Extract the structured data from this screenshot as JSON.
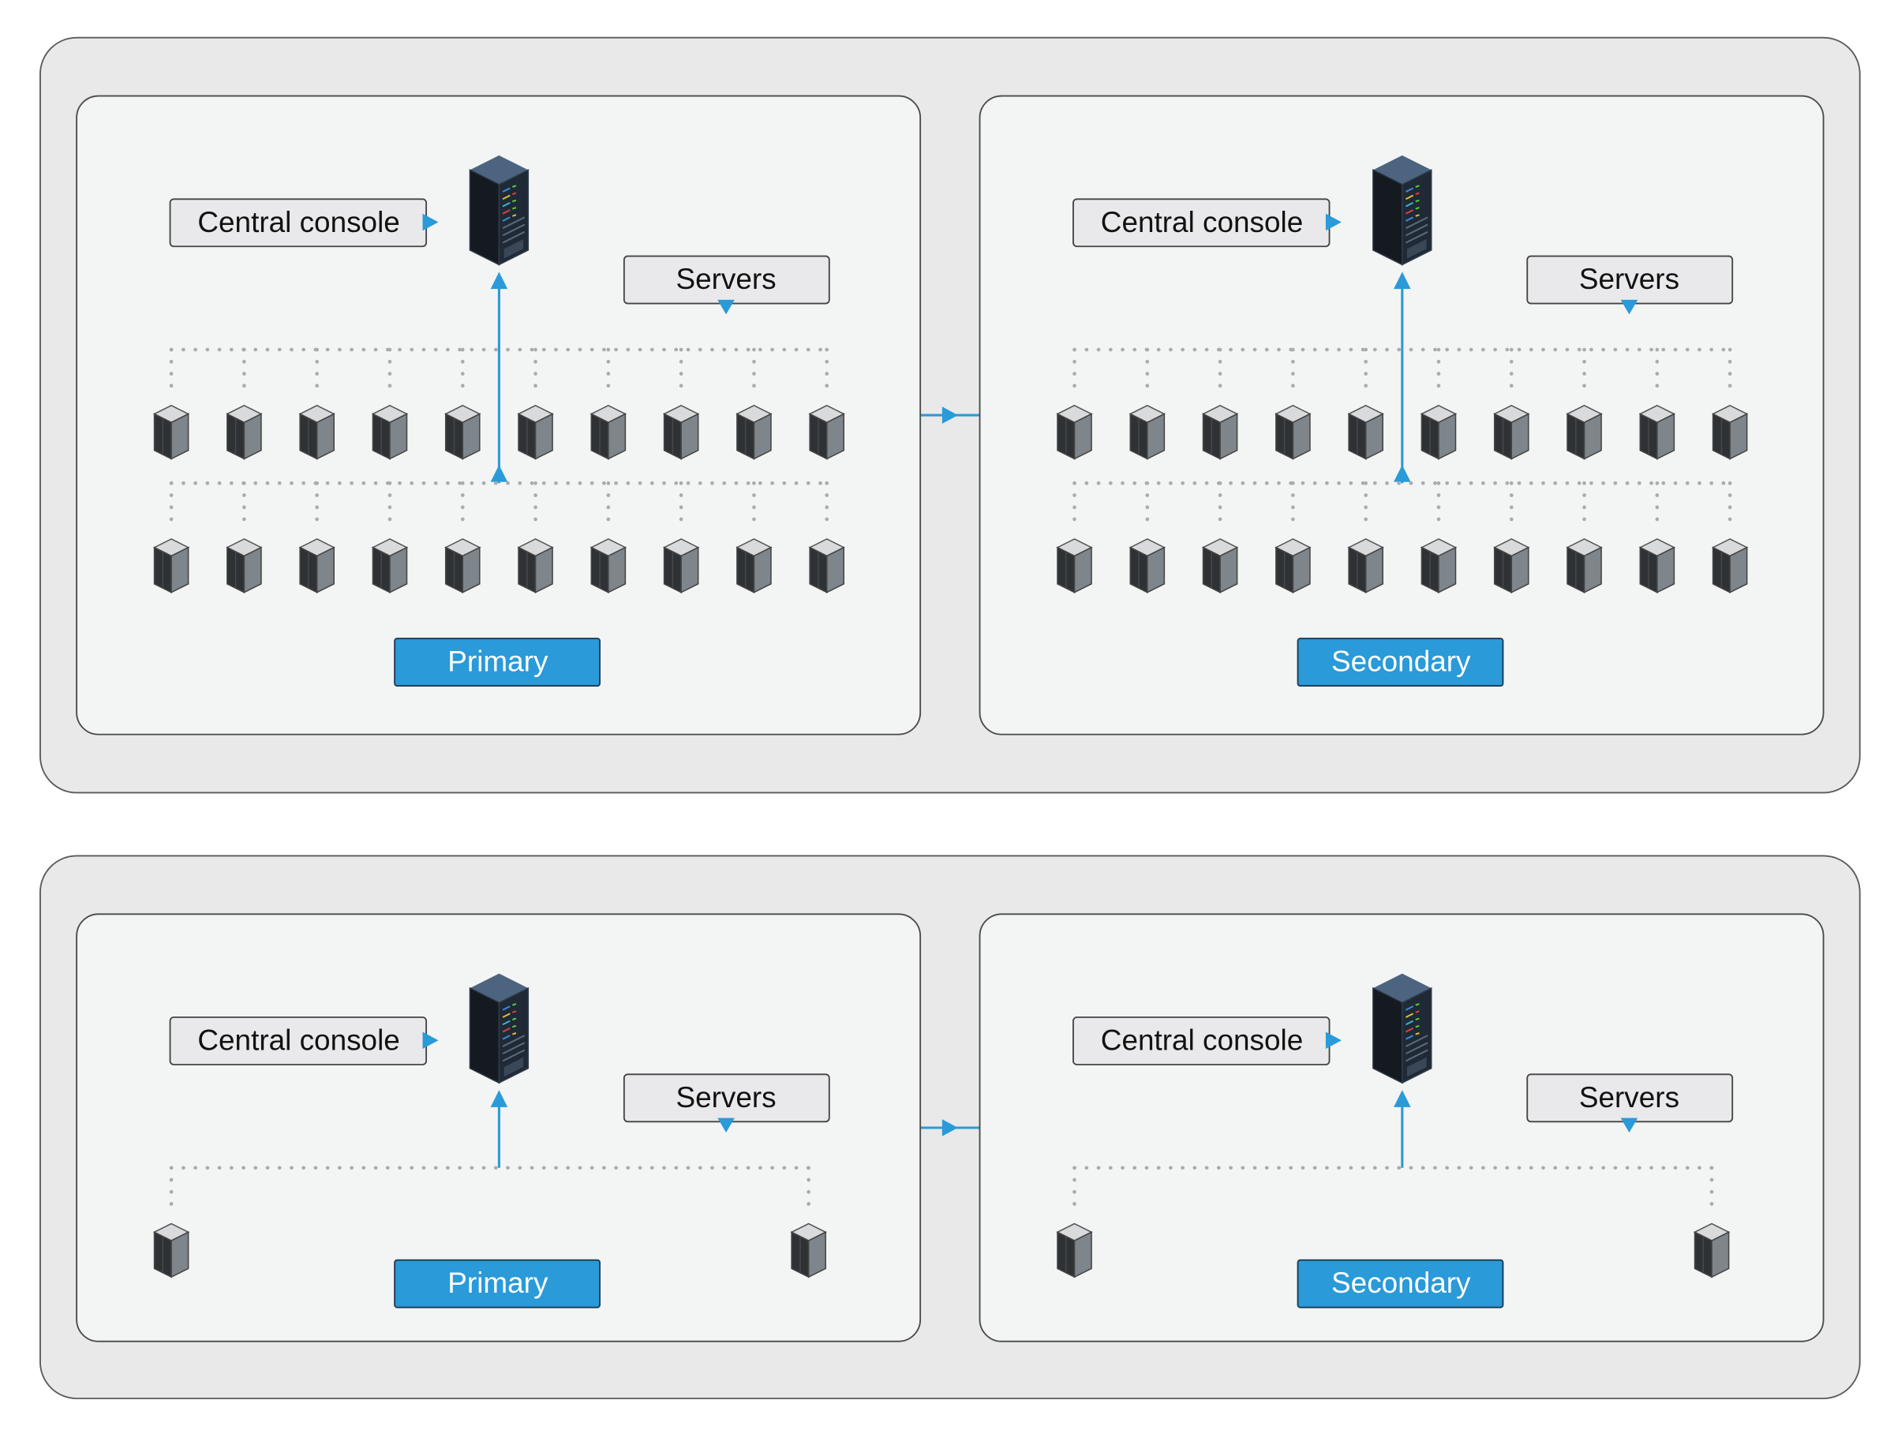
{
  "colors": {
    "accent": "#2a9ad8",
    "outer_bg": "#e9e9e9",
    "panel_bg": "#f3f4f4",
    "label_bg": "#e9e9eb"
  },
  "diagrams": [
    {
      "name": "large-deployment",
      "panels": [
        {
          "console_label": "Central console",
          "servers_label": "Servers",
          "site_label": "Primary",
          "server_rows": 2,
          "servers_per_row": 10
        },
        {
          "console_label": "Central console",
          "servers_label": "Servers",
          "site_label": "Secondary",
          "server_rows": 2,
          "servers_per_row": 10
        }
      ]
    },
    {
      "name": "small-deployment",
      "panels": [
        {
          "console_label": "Central console",
          "servers_label": "Servers",
          "site_label": "Primary",
          "server_rows": 1,
          "servers_per_row": 2
        },
        {
          "console_label": "Central console",
          "servers_label": "Servers",
          "site_label": "Secondary",
          "server_rows": 1,
          "servers_per_row": 2
        }
      ]
    }
  ]
}
